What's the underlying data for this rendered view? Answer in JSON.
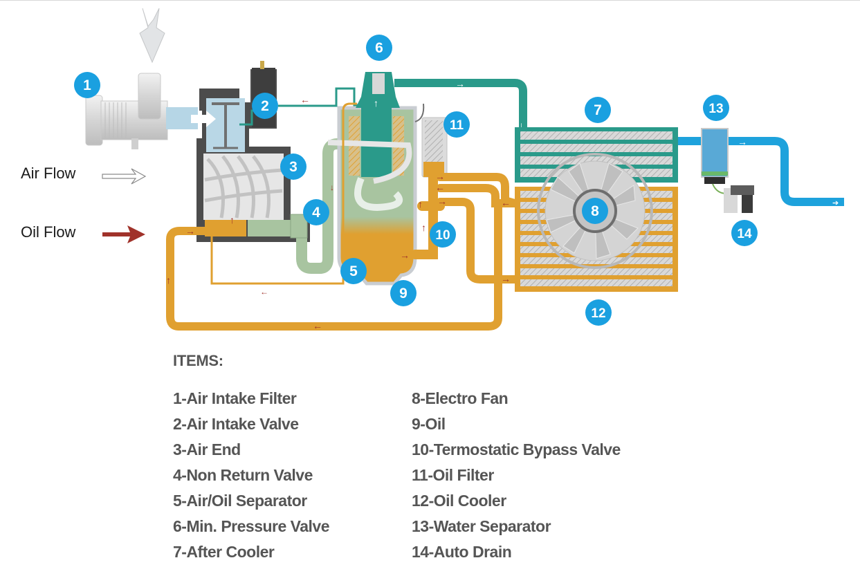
{
  "legend": {
    "air_flow": "Air Flow",
    "oil_flow": "Oil Flow"
  },
  "colors": {
    "badge": "#1aa0e0",
    "air_pipe": "#2a9a8a",
    "outlet_pipe": "#1ea2dc",
    "oil_pipe": "#e0a030",
    "oil_arrow": "#a0322a",
    "separator_green": "#a8c4a0",
    "housing": "#4a4a4a",
    "text": "#555555"
  },
  "badges": [
    {
      "n": "1",
      "item": "Air Intake Filter"
    },
    {
      "n": "2",
      "item": "Air Intake Valve"
    },
    {
      "n": "3",
      "item": "Air End"
    },
    {
      "n": "4",
      "item": "Non Return Valve"
    },
    {
      "n": "5",
      "item": "Air/Oil Separator"
    },
    {
      "n": "6",
      "item": "Min. Pressure Valve"
    },
    {
      "n": "7",
      "item": "After Cooler"
    },
    {
      "n": "8",
      "item": "Electro Fan"
    },
    {
      "n": "9",
      "item": "Oil"
    },
    {
      "n": "10",
      "item": "Termostatic Bypass Valve"
    },
    {
      "n": "11",
      "item": "Oil Filter"
    },
    {
      "n": "12",
      "item": "Oil Cooler"
    },
    {
      "n": "13",
      "item": "Water Separator"
    },
    {
      "n": "14",
      "item": "Auto Drain"
    }
  ],
  "items": {
    "title": "ITEMS:",
    "left": [
      "1-Air Intake Filter",
      "2-Air Intake Valve",
      "3-Air End",
      "4-Non Return Valve",
      "5-Air/Oil Separator",
      "6-Min. Pressure Valve",
      "7-After Cooler"
    ],
    "right": [
      "8-Electro Fan",
      "9-Oil",
      "10-Termostatic Bypass Valve",
      "11-Oil Filter",
      "12-Oil Cooler",
      "13-Water Separator",
      "14-Auto Drain"
    ]
  }
}
